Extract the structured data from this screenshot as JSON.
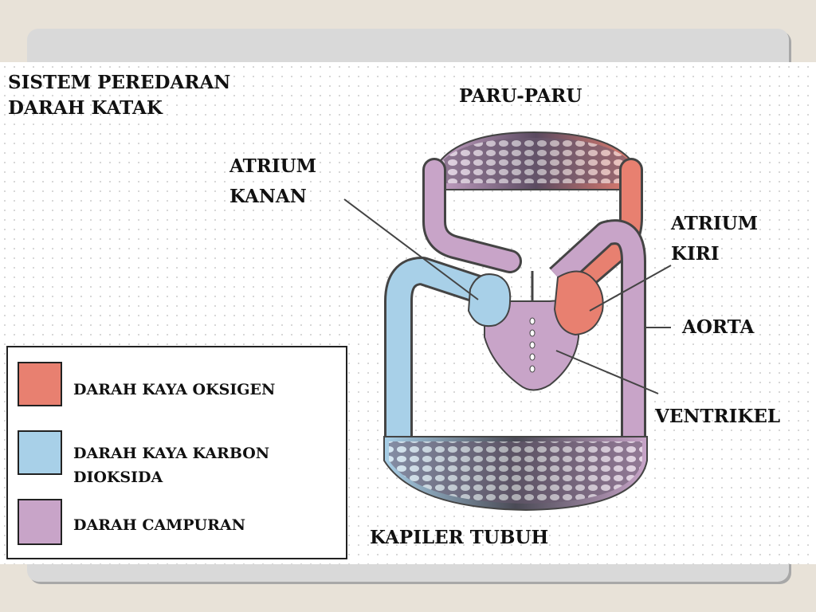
{
  "title": {
    "line1": "SISTEM PEREDARAN",
    "line2": "DARAH KATAK"
  },
  "labels": {
    "lungs": "PARU-PARU",
    "right_atrium_1": "ATRIUM",
    "right_atrium_2": "KANAN",
    "left_atrium_1": "ATRIUM",
    "left_atrium_2": "KIRI",
    "aorta": "AORTA",
    "ventricle": "VENTRIKEL",
    "body_capillaries": "KAPILER TUBUH"
  },
  "legend": {
    "oxygen_rich": {
      "label": "DARAH KAYA OKSIGEN",
      "color": "#e88070"
    },
    "carbon_dioxide_rich": {
      "line1": "DARAH KAYA KARBON",
      "line2": "DIOKSIDA",
      "color": "#a8d0e8"
    },
    "mixed": {
      "label": "DARAH CAMPURAN",
      "color": "#c8a4c8"
    }
  }
}
